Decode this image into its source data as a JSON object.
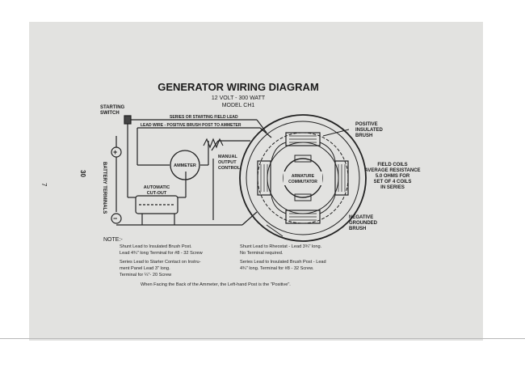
{
  "diagram": {
    "title": "GENERATOR WIRING DIAGRAM",
    "subtitle": "12 VOLT - 300 WATT",
    "model": "MODEL CH1",
    "page_number": "30",
    "margin_mark": "7",
    "labels": {
      "starting_switch_1": "STARTING",
      "starting_switch_2": "SWITCH",
      "series_lead": "SERIES OR STARTING FIELD LEAD",
      "lead_wire": "LEAD WIRE - POSITIVE BRUSH POST TO AMMETER",
      "ammeter": "AMMETER",
      "manual_1": "MANUAL",
      "manual_2": "OUTPUT",
      "manual_3": "CONTROL",
      "cutout_1": "AUTOMATIC",
      "cutout_2": "CUT-OUT",
      "battery_terminals": "BATTERY TERMINALS",
      "plus": "+",
      "minus": "−",
      "armature_1": "ARMATURE",
      "armature_2": "COMMUTATOR",
      "positive_1": "POSITIVE",
      "positive_2": "INSULATED",
      "positive_3": "BRUSH",
      "field_1": "FIELD COILS",
      "field_2": "AVERAGE RESISTANCE",
      "field_3": "5.0 OHMS FOR",
      "field_4": "SET OF 4 COILS",
      "field_5": "IN SERIES",
      "negative_1": "NEGATIVE",
      "negative_2": "GROUNDED",
      "negative_3": "BRUSH"
    },
    "notes": {
      "heading": "NOTE:-",
      "left_1": "Shunt Lead to Insulated Brush Post.",
      "left_2": "Lead 4¾\" long Terminal for #8 - 32 Screw",
      "left_3": "Series Lead to Starter Contact on Instru-",
      "left_4": "ment Panel   Lead 3\" long.",
      "left_5": "Terminal for ¼\"- 20 Screw",
      "right_1": "Shunt Lead to Rheostat - Lead 3¾\" long.",
      "right_2": "No Terminal required.",
      "right_3": "Series Lead to Insulated Brush Post - Lead",
      "right_4": "4¾\" long. Terminal for #8 - 32 Screw.",
      "footer": "When Facing the Back of the Ammeter, the Left-hand Post is the \"Positive\"."
    }
  }
}
